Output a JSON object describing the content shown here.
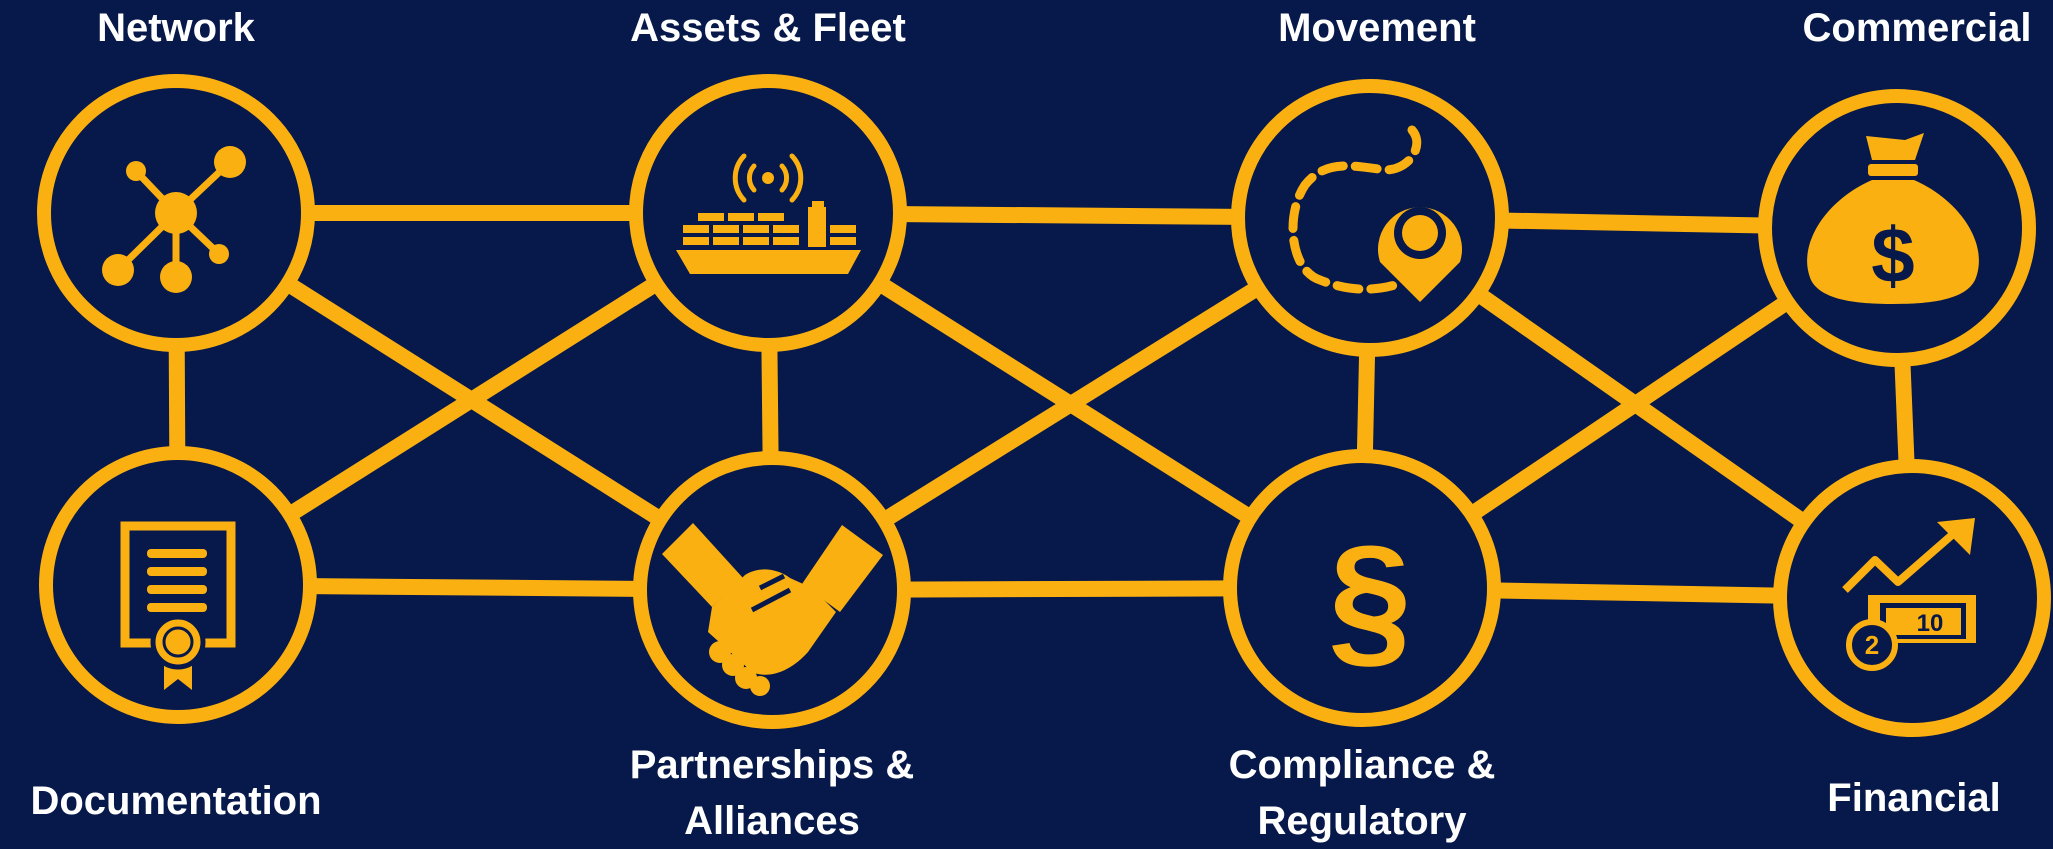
{
  "colors": {
    "background": "#07184a",
    "accent": "#fbb011",
    "text": "#ffffff"
  },
  "nodes": [
    {
      "id": "network",
      "label_lines": [
        "Network"
      ],
      "icon": "network-icon"
    },
    {
      "id": "assets",
      "label_lines": [
        "Assets & Fleet"
      ],
      "icon": "cargo-ship-icon"
    },
    {
      "id": "movement",
      "label_lines": [
        "Movement"
      ],
      "icon": "route-pin-icon"
    },
    {
      "id": "commercial",
      "label_lines": [
        "Commercial"
      ],
      "icon": "money-bag-icon"
    },
    {
      "id": "documentation",
      "label_lines": [
        "Documentation"
      ],
      "icon": "certificate-icon"
    },
    {
      "id": "partnerships",
      "label_lines": [
        "Partnerships &",
        "Alliances"
      ],
      "icon": "handshake-icon"
    },
    {
      "id": "compliance",
      "label_lines": [
        "Compliance &",
        "Regulatory"
      ],
      "icon": "section-sign-icon"
    },
    {
      "id": "financial",
      "label_lines": [
        "Financial"
      ],
      "icon": "growth-money-icon"
    }
  ],
  "edges": [
    [
      "network",
      "assets"
    ],
    [
      "assets",
      "movement"
    ],
    [
      "movement",
      "commercial"
    ],
    [
      "documentation",
      "partnerships"
    ],
    [
      "partnerships",
      "compliance"
    ],
    [
      "compliance",
      "financial"
    ],
    [
      "network",
      "documentation"
    ],
    [
      "assets",
      "partnerships"
    ],
    [
      "movement",
      "compliance"
    ],
    [
      "commercial",
      "financial"
    ],
    [
      "network",
      "partnerships"
    ],
    [
      "assets",
      "documentation"
    ],
    [
      "assets",
      "compliance"
    ],
    [
      "movement",
      "partnerships"
    ],
    [
      "movement",
      "financial"
    ],
    [
      "commercial",
      "compliance"
    ]
  ],
  "icons": {
    "money_bag_symbol": "$",
    "section_symbol": "§",
    "financial_badge_number": "2",
    "financial_bill_number": "10"
  }
}
